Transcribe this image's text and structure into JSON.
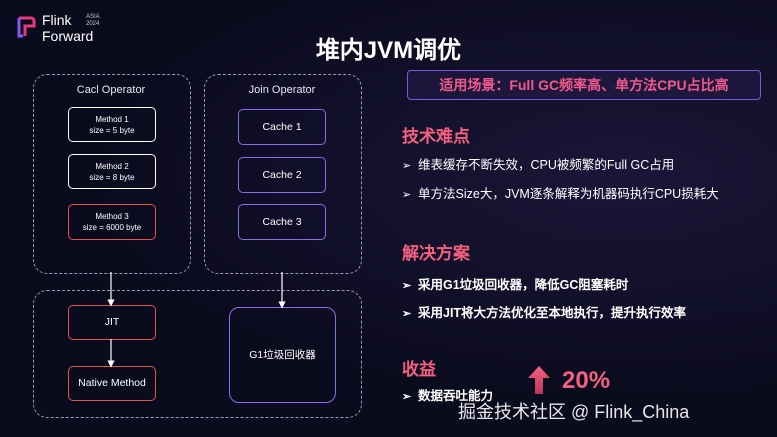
{
  "logo": {
    "line1": "Flink",
    "line2": "Forward",
    "tag": "ASIA",
    "year": "2024"
  },
  "title": "堆内JVM调优",
  "tag": "适用场景：Full GC频率高、单方法CPU占比高",
  "diagram": {
    "cacl_label": "Cacl Operator",
    "join_label": "Join Operator",
    "methods": [
      {
        "name": "Method 1",
        "size": "size = 5 byte"
      },
      {
        "name": "Method 2",
        "size": "size = 8 byte"
      },
      {
        "name": "Method 3",
        "size": "size = 6000 byte"
      }
    ],
    "caches": [
      "Cache 1",
      "Cache 2",
      "Cache 3"
    ],
    "jit": "JIT",
    "native": "Native Method",
    "g1": "G1垃圾回收器"
  },
  "sections": {
    "difficulty": {
      "title": "技术难点",
      "bullets": [
        "维表缓存不断失效，CPU被频繁的Full GC占用",
        "单方法Size大，JVM逐条解释为机器码执行CPU损耗大"
      ]
    },
    "solution": {
      "title": "解决方案",
      "bullets": [
        "采用G1垃圾回收器，降低GC阻塞耗时",
        "采用JIT将大方法优化至本地执行，提升执行效率"
      ]
    },
    "benefit": {
      "title": "收益",
      "bullets": [
        "数据吞吐能力"
      ],
      "gain": "20%"
    }
  },
  "watermark": "掘金技术社区 @ Flink_China",
  "colors": {
    "accent": "#f3617f",
    "purple": "#8a6cf0",
    "red": "#e2544a"
  }
}
